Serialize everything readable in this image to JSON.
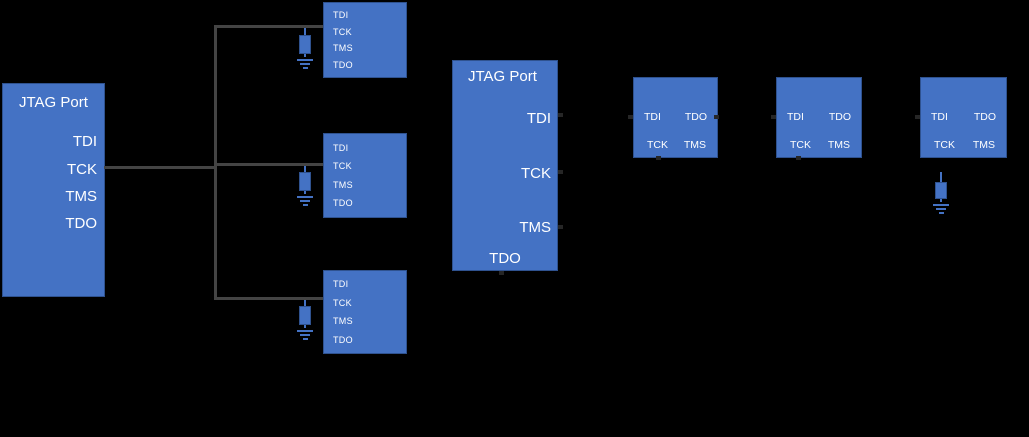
{
  "colors": {
    "background": "#000000",
    "box_fill": "#4472C4",
    "box_border": "#2F528F",
    "wire": "#444444",
    "text": "#ffffff",
    "nub": "#262626"
  },
  "star": {
    "port": {
      "title": "JTAG Port",
      "pins": {
        "tdi": "TDI",
        "tck": "TCK",
        "tms": "TMS",
        "tdo": "TDO"
      }
    },
    "devices": [
      {
        "pins": {
          "tdi": "TDI",
          "tck": "TCK",
          "tms": "TMS",
          "tdo": "TDO"
        }
      },
      {
        "pins": {
          "tdi": "TDI",
          "tck": "TCK",
          "tms": "TMS",
          "tdo": "TDO"
        }
      },
      {
        "pins": {
          "tdi": "TDI",
          "tck": "TCK",
          "tms": "TMS",
          "tdo": "TDO"
        }
      }
    ]
  },
  "chain": {
    "port": {
      "title": "JTAG Port",
      "pins": {
        "tdi": "TDI",
        "tck": "TCK",
        "tms": "TMS",
        "tdo": "TDO"
      }
    },
    "devices": [
      {
        "pins": {
          "tdi": "TDI",
          "tdo": "TDO",
          "tck": "TCK",
          "tms": "TMS"
        }
      },
      {
        "pins": {
          "tdi": "TDI",
          "tdo": "TDO",
          "tck": "TCK",
          "tms": "TMS"
        }
      },
      {
        "pins": {
          "tdi": "TDI",
          "tdo": "TDO",
          "tck": "TCK",
          "tms": "TMS"
        }
      }
    ]
  }
}
